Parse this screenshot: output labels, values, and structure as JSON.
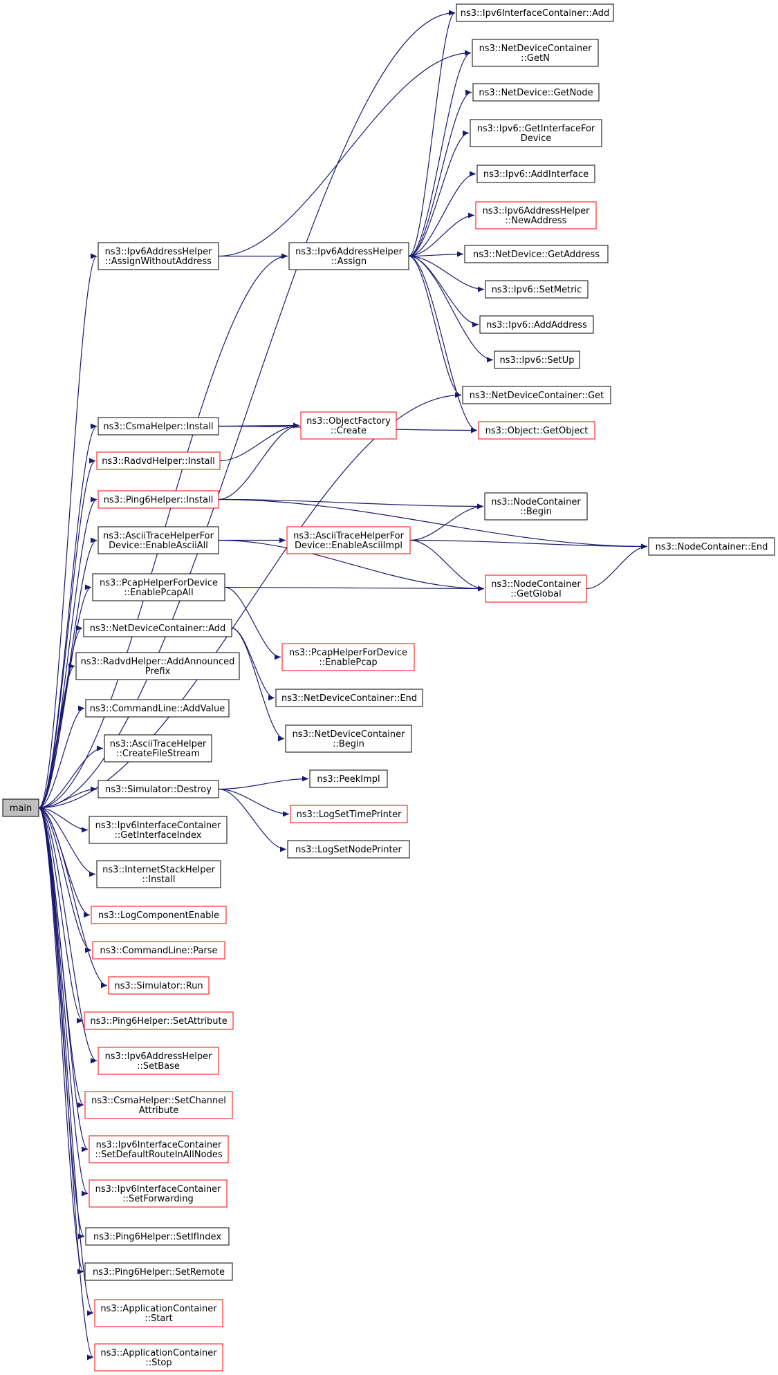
{
  "colors": {
    "edge": "#191970",
    "normal_border": "#000000",
    "red_border": "#ff0000",
    "root_fill": "#bfbfbf",
    "text": "#000000"
  },
  "nodes": [
    {
      "id": "main",
      "lines": [
        "main"
      ],
      "style": "root"
    },
    {
      "id": "ifc_add",
      "lines": [
        "ns3::Ipv6InterfaceContainer::Add"
      ],
      "style": "black"
    },
    {
      "id": "ndc_getn",
      "lines": [
        "ns3::NetDeviceContainer",
        "::GetN"
      ],
      "style": "black"
    },
    {
      "id": "nd_getnode",
      "lines": [
        "ns3::NetDevice::GetNode"
      ],
      "style": "black"
    },
    {
      "id": "ipv6_getif",
      "lines": [
        "ns3::Ipv6::GetInterfaceFor",
        "Device"
      ],
      "style": "black"
    },
    {
      "id": "ipv6_addif",
      "lines": [
        "ns3::Ipv6::AddInterface"
      ],
      "style": "black"
    },
    {
      "id": "ah_newaddr",
      "lines": [
        "ns3::Ipv6AddressHelper",
        "::NewAddress"
      ],
      "style": "red"
    },
    {
      "id": "nd_getaddr",
      "lines": [
        "ns3::NetDevice::GetAddress"
      ],
      "style": "black"
    },
    {
      "id": "ipv6_setmetric",
      "lines": [
        "ns3::Ipv6::SetMetric"
      ],
      "style": "black"
    },
    {
      "id": "ipv6_addaddr",
      "lines": [
        "ns3::Ipv6::AddAddress"
      ],
      "style": "black"
    },
    {
      "id": "ipv6_setup",
      "lines": [
        "ns3::Ipv6::SetUp"
      ],
      "style": "black"
    },
    {
      "id": "ndc_get",
      "lines": [
        "ns3::NetDeviceContainer::Get"
      ],
      "style": "black"
    },
    {
      "id": "obj_getobj",
      "lines": [
        "ns3::Object::GetObject"
      ],
      "style": "red"
    },
    {
      "id": "ah_assignwo",
      "lines": [
        "ns3::Ipv6AddressHelper",
        "::AssignWithoutAddress"
      ],
      "style": "black"
    },
    {
      "id": "ah_assign",
      "lines": [
        "ns3::Ipv6AddressHelper",
        "::Assign"
      ],
      "style": "black"
    },
    {
      "id": "csma_install",
      "lines": [
        "ns3::CsmaHelper::Install"
      ],
      "style": "black"
    },
    {
      "id": "of_create",
      "lines": [
        "ns3::ObjectFactory",
        "::Create"
      ],
      "style": "red"
    },
    {
      "id": "radvd_install",
      "lines": [
        "ns3::RadvdHelper::Install"
      ],
      "style": "red"
    },
    {
      "id": "ping_install",
      "lines": [
        "ns3::Ping6Helper::Install"
      ],
      "style": "red"
    },
    {
      "id": "nc_begin",
      "lines": [
        "ns3::NodeContainer",
        "::Begin"
      ],
      "style": "black"
    },
    {
      "id": "ath_enableall",
      "lines": [
        "ns3::AsciiTraceHelperFor",
        "Device::EnableAsciiAll"
      ],
      "style": "black"
    },
    {
      "id": "ath_enableimpl",
      "lines": [
        "ns3::AsciiTraceHelperFor",
        "Device::EnableAsciiImpl"
      ],
      "style": "red"
    },
    {
      "id": "nc_end",
      "lines": [
        "ns3::NodeContainer::End"
      ],
      "style": "black"
    },
    {
      "id": "pcap_enableall",
      "lines": [
        "ns3::PcapHelperForDevice",
        "::EnablePcapAll"
      ],
      "style": "black"
    },
    {
      "id": "nc_getglobal",
      "lines": [
        "ns3::NodeContainer",
        "::GetGlobal"
      ],
      "style": "red"
    },
    {
      "id": "ndc_add",
      "lines": [
        "ns3::NetDeviceContainer::Add"
      ],
      "style": "black"
    },
    {
      "id": "pcap_enable",
      "lines": [
        "ns3::PcapHelperForDevice",
        "::EnablePcap"
      ],
      "style": "red"
    },
    {
      "id": "radvd_addprefix",
      "lines": [
        "ns3::RadvdHelper::AddAnnounced",
        "Prefix"
      ],
      "style": "black"
    },
    {
      "id": "ndc_end",
      "lines": [
        "ns3::NetDeviceContainer::End"
      ],
      "style": "black"
    },
    {
      "id": "ndc_begin",
      "lines": [
        "ns3::NetDeviceContainer",
        "::Begin"
      ],
      "style": "black"
    },
    {
      "id": "cl_addvalue",
      "lines": [
        "ns3::CommandLine::AddValue"
      ],
      "style": "black"
    },
    {
      "id": "ath_createfs",
      "lines": [
        "ns3::AsciiTraceHelper",
        "::CreateFileStream"
      ],
      "style": "black"
    },
    {
      "id": "peekimpl",
      "lines": [
        "ns3::PeekImpl"
      ],
      "style": "black"
    },
    {
      "id": "sim_destroy",
      "lines": [
        "ns3::Simulator::Destroy"
      ],
      "style": "black"
    },
    {
      "id": "logsettime",
      "lines": [
        "ns3::LogSetTimePrinter"
      ],
      "style": "red"
    },
    {
      "id": "ifc_getidx",
      "lines": [
        "ns3::Ipv6InterfaceContainer",
        "::GetInterfaceIndex"
      ],
      "style": "black"
    },
    {
      "id": "logsetnode",
      "lines": [
        "ns3::LogSetNodePrinter"
      ],
      "style": "black"
    },
    {
      "id": "ish_install",
      "lines": [
        "ns3::InternetStackHelper",
        "::Install"
      ],
      "style": "black"
    },
    {
      "id": "logcomp",
      "lines": [
        "ns3::LogComponentEnable"
      ],
      "style": "red"
    },
    {
      "id": "cl_parse",
      "lines": [
        "ns3::CommandLine::Parse"
      ],
      "style": "red"
    },
    {
      "id": "sim_run",
      "lines": [
        "ns3::Simulator::Run"
      ],
      "style": "red"
    },
    {
      "id": "ping_setattr",
      "lines": [
        "ns3::Ping6Helper::SetAttribute"
      ],
      "style": "red"
    },
    {
      "id": "ah_setbase",
      "lines": [
        "ns3::Ipv6AddressHelper",
        "::SetBase"
      ],
      "style": "red"
    },
    {
      "id": "csma_setchan",
      "lines": [
        "ns3::CsmaHelper::SetChannel",
        "Attribute"
      ],
      "style": "red"
    },
    {
      "id": "ifc_setdefroute",
      "lines": [
        "ns3::Ipv6InterfaceContainer",
        "::SetDefaultRouteInAllNodes"
      ],
      "style": "red"
    },
    {
      "id": "ifc_setfwd",
      "lines": [
        "ns3::Ipv6InterfaceContainer",
        "::SetForwarding"
      ],
      "style": "red"
    },
    {
      "id": "ping_setif",
      "lines": [
        "ns3::Ping6Helper::SetIfIndex"
      ],
      "style": "black"
    },
    {
      "id": "ping_setremote",
      "lines": [
        "ns3::Ping6Helper::SetRemote"
      ],
      "style": "black"
    },
    {
      "id": "ac_start",
      "lines": [
        "ns3::ApplicationContainer",
        "::Start"
      ],
      "style": "red"
    },
    {
      "id": "ac_stop",
      "lines": [
        "ns3::ApplicationContainer",
        "::Stop"
      ],
      "style": "red"
    }
  ],
  "edges": [
    [
      "main",
      "ifc_add"
    ],
    [
      "main",
      "ah_assignwo"
    ],
    [
      "main",
      "ah_assign"
    ],
    [
      "main",
      "ndc_get"
    ],
    [
      "main",
      "csma_install"
    ],
    [
      "main",
      "radvd_install"
    ],
    [
      "main",
      "ping_install"
    ],
    [
      "main",
      "ath_enableall"
    ],
    [
      "main",
      "pcap_enableall"
    ],
    [
      "main",
      "ndc_add"
    ],
    [
      "main",
      "radvd_addprefix"
    ],
    [
      "main",
      "cl_addvalue"
    ],
    [
      "main",
      "ath_createfs"
    ],
    [
      "main",
      "sim_destroy"
    ],
    [
      "main",
      "ifc_getidx"
    ],
    [
      "main",
      "ish_install"
    ],
    [
      "main",
      "logcomp"
    ],
    [
      "main",
      "cl_parse"
    ],
    [
      "main",
      "sim_run"
    ],
    [
      "main",
      "ping_setattr"
    ],
    [
      "main",
      "ah_setbase"
    ],
    [
      "main",
      "csma_setchan"
    ],
    [
      "main",
      "ifc_setdefroute"
    ],
    [
      "main",
      "ifc_setfwd"
    ],
    [
      "main",
      "ping_setif"
    ],
    [
      "main",
      "ping_setremote"
    ],
    [
      "main",
      "ac_start"
    ],
    [
      "main",
      "ac_stop"
    ],
    [
      "ah_assignwo",
      "ah_assign"
    ],
    [
      "ah_assignwo",
      "ndc_getn"
    ],
    [
      "ah_assign",
      "ifc_add"
    ],
    [
      "ah_assign",
      "ndc_getn"
    ],
    [
      "ah_assign",
      "nd_getnode"
    ],
    [
      "ah_assign",
      "ipv6_getif"
    ],
    [
      "ah_assign",
      "ipv6_addif"
    ],
    [
      "ah_assign",
      "ah_newaddr"
    ],
    [
      "ah_assign",
      "nd_getaddr"
    ],
    [
      "ah_assign",
      "ipv6_setmetric"
    ],
    [
      "ah_assign",
      "ipv6_addaddr"
    ],
    [
      "ah_assign",
      "ipv6_setup"
    ],
    [
      "ah_assign",
      "ndc_get"
    ],
    [
      "ah_assign",
      "obj_getobj"
    ],
    [
      "csma_install",
      "of_create"
    ],
    [
      "csma_install",
      "obj_getobj"
    ],
    [
      "radvd_install",
      "of_create"
    ],
    [
      "ping_install",
      "of_create"
    ],
    [
      "ping_install",
      "nc_begin"
    ],
    [
      "ping_install",
      "nc_end"
    ],
    [
      "ath_enableall",
      "ath_enableimpl"
    ],
    [
      "ath_enableall",
      "nc_getglobal"
    ],
    [
      "ath_enableimpl",
      "nc_begin"
    ],
    [
      "ath_enableimpl",
      "nc_end"
    ],
    [
      "ath_enableimpl",
      "nc_getglobal"
    ],
    [
      "pcap_enableall",
      "nc_getglobal"
    ],
    [
      "pcap_enableall",
      "pcap_enable"
    ],
    [
      "nc_getglobal",
      "nc_end"
    ],
    [
      "ndc_add",
      "ndc_end"
    ],
    [
      "ndc_add",
      "ndc_begin"
    ],
    [
      "sim_destroy",
      "peekimpl"
    ],
    [
      "sim_destroy",
      "logsettime"
    ],
    [
      "sim_destroy",
      "logsetnode"
    ]
  ]
}
